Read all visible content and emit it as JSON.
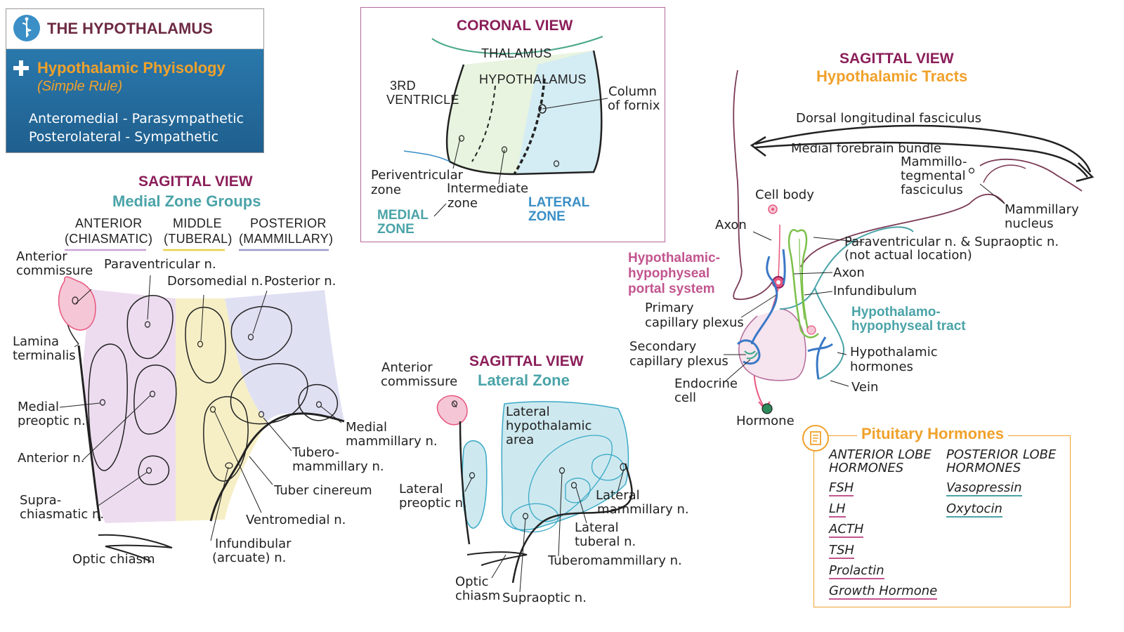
{
  "colors": {
    "maroon": "#8b1f5a",
    "teal": "#4aa3a8",
    "orange": "#f0a12b",
    "blue": "#3a8fc6",
    "pink": "#c2558f",
    "anterior_zone": "#eddcf0",
    "middle_zone": "#f6efc6",
    "posterior_zone": "#e0e0f3",
    "lateral_zone": "#cde9ef"
  },
  "title_card": {
    "title": "THE HYPOTHALAMUS",
    "icon": "caduceus-icon",
    "rule_heading": "Hypothalamic Phyisology",
    "rule_sub": "(Simple Rule)",
    "line1": "Anteromedial - Parasympathetic",
    "line2": "Posterolateral - Sympathetic"
  },
  "coronal": {
    "title": "CORONAL VIEW",
    "thalamus": "THALAMUS",
    "hypothalamus": "HYPOTHALAMUS",
    "third_ventricle_1": "3RD",
    "third_ventricle_2": "VENTRICLE",
    "fornix_1": "Column",
    "fornix_2": "of fornix",
    "periventricular_1": "Periventricular",
    "periventricular_2": "zone",
    "intermediate_1": "Intermediate",
    "intermediate_2": "zone",
    "medial_zone_1": "MEDIAL",
    "medial_zone_2": "ZONE",
    "lateral_zone_1": "LATERAL",
    "lateral_zone_2": "ZONE"
  },
  "medial_groups": {
    "view": "SAGITTAL VIEW",
    "title": "Medial Zone Groups",
    "anterior_1": "ANTERIOR",
    "anterior_2": "(CHIASMATIC)",
    "middle_1": "MIDDLE",
    "middle_2": "(TUBERAL)",
    "posterior_1": "POSTERIOR",
    "posterior_2": "(MAMMILLARY)",
    "labels": {
      "anterior_commissure_1": "Anterior",
      "anterior_commissure_2": "commissure",
      "paraventricular": "Paraventricular n.",
      "dorsomedial": "Dorsomedial n.",
      "posterior_n": "Posterior n.",
      "lamina_1": "Lamina",
      "lamina_2": "terminalis",
      "medial_preoptic_1": "Medial",
      "medial_preoptic_2": "preoptic n.",
      "anterior_n": "Anterior n.",
      "suprachiasmatic_1": "Supra-",
      "suprachiasmatic_2": "chiasmatic n.",
      "optic_chiasm": "Optic chiasm",
      "medial_mammillary_1": "Medial",
      "medial_mammillary_2": "mammillary n.",
      "tuberomammillary_1": "Tubero-",
      "tuberomammillary_2": "mammillary n.",
      "tuber_cinereum": "Tuber cinereum",
      "ventromedial": "Ventromedial n.",
      "infundibular_1": "Infundibular",
      "infundibular_2": "(arcuate) n."
    }
  },
  "lateral_zone": {
    "view": "SAGITTAL VIEW",
    "title": "Lateral Zone",
    "labels": {
      "anterior_commissure_1": "Anterior",
      "anterior_commissure_2": "commissure",
      "lateral_hypothalamic_1": "Lateral",
      "lateral_hypothalamic_2": "hypothalamic",
      "lateral_hypothalamic_3": "area",
      "lateral_preoptic_1": "Lateral",
      "lateral_preoptic_2": "preoptic n.",
      "lateral_mammillary_1": "Lateral",
      "lateral_mammillary_2": "mammillary n.",
      "lateral_tuberal_1": "Lateral",
      "lateral_tuberal_2": "tuberal n.",
      "tuberomammillary": "Tuberomammillary n.",
      "optic_1": "Optic",
      "optic_2": "chiasm",
      "supraoptic": "Supraoptic n."
    }
  },
  "tracts": {
    "view": "SAGITTAL VIEW",
    "title": "Hypothalamic Tracts",
    "labels": {
      "dorsal_longitudinal": "Dorsal longitudinal fasciculus",
      "medial_forebrain": "Medial forebrain bundle",
      "mammillotegmental_1": "Mammillo-",
      "mammillotegmental_2": "tegmental",
      "mammillotegmental_3": "fasciculus",
      "mammillary_nucleus_1": "Mammillary",
      "mammillary_nucleus_2": "nucleus",
      "cell_body": "Cell body",
      "axon_top": "Axon",
      "paraventricular_1": "Paraventricular n. & Supraoptic n.",
      "paraventricular_2": "(not actual location)",
      "axon_right": "Axon",
      "infundibulum": "Infundibulum",
      "portal_1": "Hypothalamic-",
      "portal_2": "hypophyseal",
      "portal_3": "portal system",
      "primary_1": "Primary",
      "primary_2": "capillary plexus",
      "tract_1": "Hypothalamo-",
      "tract_2": "hypophyseal tract",
      "secondary_1": "Secondary",
      "secondary_2": "capillary plexus",
      "hyp_hormones_1": "Hypothalamic",
      "hyp_hormones_2": "hormones",
      "endocrine_1": "Endocrine",
      "endocrine_2": "cell",
      "vein": "Vein",
      "hormone": "Hormone"
    }
  },
  "pituitary": {
    "title": "Pituitary Hormones",
    "icon": "notepad-icon",
    "anterior_1": "ANTERIOR LOBE",
    "anterior_2": "HORMONES",
    "posterior_1": "POSTERIOR LOBE",
    "posterior_2": "HORMONES",
    "anterior_hormones": [
      "FSH",
      "LH",
      "ACTH",
      "TSH",
      "Prolactin",
      "Growth Hormone"
    ],
    "posterior_hormones": [
      "Vasopressin",
      "Oxytocin"
    ]
  }
}
